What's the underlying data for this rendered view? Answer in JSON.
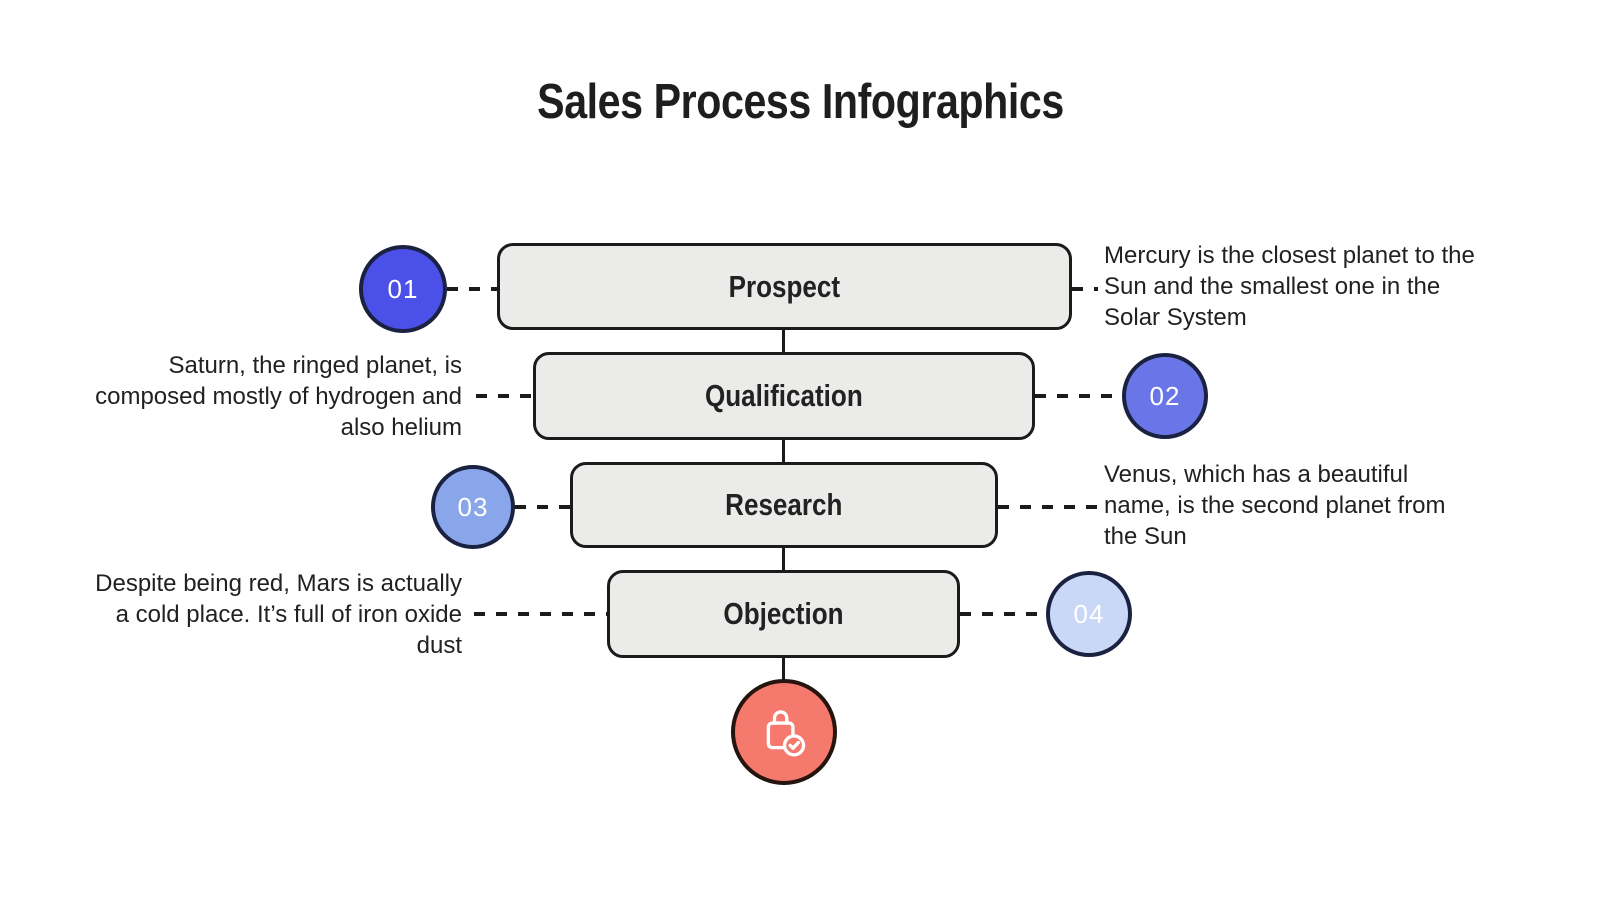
{
  "title": "Sales Process Infographics",
  "colors": {
    "background": "#ffffff",
    "box_fill": "#ebebe9",
    "outline": "#1b1b1b",
    "circle_border": "#1b2140",
    "body_text": "#212121",
    "step1_circle": "#4b50e8",
    "step2_circle": "#6a76e8",
    "step3_circle": "#8aa6ea",
    "step4_circle": "#c8d8f6",
    "final_circle": "#f5796d"
  },
  "steps": [
    {
      "number": "01",
      "label": "Prospect",
      "description": "Mercury is the closest planet to the Sun and the smallest one in the Solar System"
    },
    {
      "number": "02",
      "label": "Qualification",
      "description": "Saturn, the ringed planet, is composed mostly of hydrogen and also helium"
    },
    {
      "number": "03",
      "label": "Research",
      "description": "Venus, which has a beautiful name, is the second planet from the Sun"
    },
    {
      "number": "04",
      "label": "Objection",
      "description": "Despite being red, Mars is actually a cold place. It’s full of iron oxide dust"
    }
  ],
  "final_step": {
    "icon": "shopping-bag-check-icon"
  }
}
